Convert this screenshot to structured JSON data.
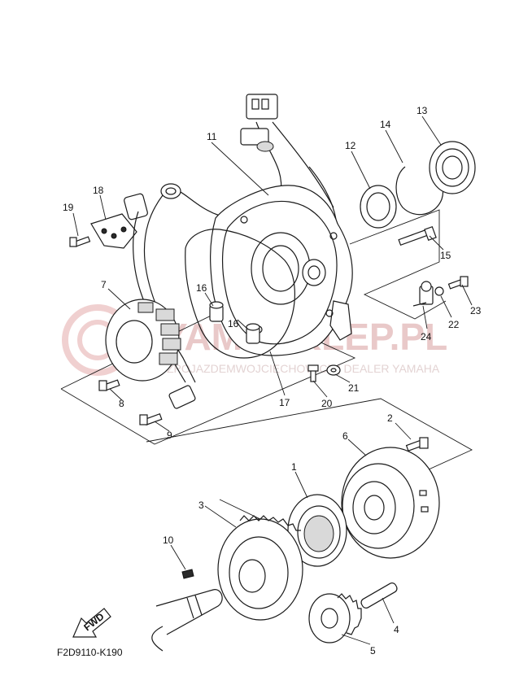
{
  "watermark": {
    "main": "YAMASKLEP.PL",
    "sub": "ZPOJAZDEMWOJCIECHOWICZ | DEALER YAMAHA",
    "color": "#e6b8b8"
  },
  "diagram_code": "F2D9110-K190",
  "fwd_label": "FWD",
  "callouts": {
    "c1": "1",
    "c2": "2",
    "c3": "3",
    "c4": "4",
    "c5": "5",
    "c6": "6",
    "c7": "7",
    "c8": "8",
    "c9": "9",
    "c10": "10",
    "c11": "11",
    "c12": "12",
    "c13": "13",
    "c14": "14",
    "c15": "15",
    "c16a": "16",
    "c16b": "16",
    "c17": "17",
    "c18": "18",
    "c19": "19",
    "c20": "20",
    "c21": "21",
    "c22": "22",
    "c23": "23",
    "c24": "24"
  }
}
